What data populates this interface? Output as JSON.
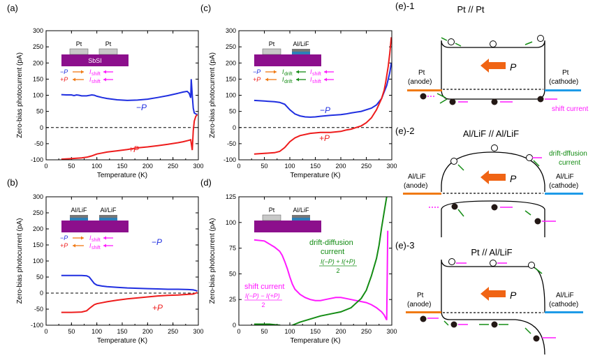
{
  "colors": {
    "blue": "#1f2ee0",
    "red": "#ee1c1c",
    "magenta": "#ff19ff",
    "green": "#148c14",
    "orange": "#f07a14",
    "sky": "#1e9be8",
    "arrow": "#f06414",
    "substrate": "#8c0f8c",
    "electrode": "#c8c8c8",
    "lif": "#2c7fb8"
  },
  "panel_labels": {
    "a": "(a)",
    "b": "(b)",
    "c": "(c)",
    "d": "(d)",
    "e1": "(e)-1",
    "e2": "(e)-2",
    "e3": "(e)-3"
  },
  "axes": {
    "xlabel": "Temperature (K)",
    "ylabel": "Zero-bias photocurrent (pA)"
  },
  "chart_data": [
    {
      "panel": "a",
      "type": "line",
      "xlim": [
        0,
        300
      ],
      "ylim": [
        -100,
        300
      ],
      "x_ticks": [
        0,
        50,
        100,
        150,
        200,
        250,
        300
      ],
      "y_ticks": [
        -100,
        -50,
        0,
        50,
        100,
        150,
        200,
        250,
        300
      ],
      "series": [
        {
          "name": "−P",
          "color": "#1f2ee0",
          "x": [
            30,
            40,
            50,
            55,
            60,
            65,
            70,
            80,
            90,
            95,
            100,
            110,
            120,
            140,
            160,
            180,
            200,
            220,
            240,
            260,
            270,
            278,
            282,
            285,
            286,
            288,
            290,
            292,
            295,
            298
          ],
          "y": [
            102,
            101,
            101,
            99,
            101,
            100,
            98,
            98,
            101,
            100,
            97,
            93,
            90,
            86,
            84,
            85,
            88,
            93,
            99,
            106,
            110,
            112,
            106,
            92,
            150,
            100,
            60,
            45,
            42,
            40
          ]
        },
        {
          "name": "+P",
          "color": "#ee1c1c",
          "x": [
            30,
            50,
            70,
            80,
            90,
            95,
            100,
            110,
            120,
            140,
            160,
            180,
            200,
            220,
            240,
            260,
            270,
            280,
            285,
            288,
            290,
            292,
            295,
            298
          ],
          "y": [
            -98,
            -96,
            -94,
            -92,
            -88,
            -85,
            -82,
            -79,
            -76,
            -72,
            -68,
            -63,
            -60,
            -56,
            -52,
            -47,
            -44,
            -40,
            -38,
            -70,
            -10,
            20,
            35,
            40
          ]
        }
      ],
      "curve_labels": [
        "−P",
        "+P"
      ],
      "inset": {
        "electrodes": [
          "Pt",
          "Pt"
        ],
        "substrate": "SbSI",
        "legend": [
          {
            "pol": "−P",
            "dir": "right",
            "current": "I",
            "sub": "shift",
            "cdir": "left"
          },
          {
            "pol": "+P",
            "dir": "left",
            "current": "I",
            "sub": "shift",
            "cdir": "left"
          }
        ]
      }
    },
    {
      "panel": "b",
      "type": "line",
      "xlim": [
        0,
        300
      ],
      "ylim": [
        -100,
        300
      ],
      "x_ticks": [
        0,
        50,
        100,
        150,
        200,
        250,
        300
      ],
      "y_ticks": [
        -100,
        -50,
        0,
        50,
        100,
        150,
        200,
        250,
        300
      ],
      "series": [
        {
          "name": "−P",
          "color": "#1f2ee0",
          "x": [
            30,
            50,
            70,
            80,
            85,
            90,
            95,
            100,
            110,
            120,
            140,
            160,
            180,
            200,
            220,
            240,
            260,
            280,
            290,
            295,
            298
          ],
          "y": [
            55,
            55,
            55,
            54,
            50,
            40,
            30,
            25,
            22,
            20,
            18,
            16,
            15,
            14,
            13,
            12,
            12,
            11,
            10,
            8,
            6
          ]
        },
        {
          "name": "+P",
          "color": "#ee1c1c",
          "x": [
            30,
            50,
            70,
            80,
            85,
            90,
            95,
            100,
            110,
            120,
            140,
            160,
            180,
            200,
            220,
            240,
            260,
            280,
            290,
            295,
            298
          ],
          "y": [
            -60,
            -60,
            -59,
            -55,
            -48,
            -42,
            -36,
            -33,
            -30,
            -27,
            -22,
            -18,
            -15,
            -12,
            -9,
            -7,
            -6,
            -4,
            -3,
            0,
            2
          ]
        }
      ],
      "curve_labels": [
        "−P",
        "+P"
      ],
      "inset": {
        "electrodes": [
          "Al/LiF",
          "Al/LiF"
        ],
        "legend": [
          {
            "pol": "−P",
            "dir": "right",
            "current": "I",
            "sub": "shift",
            "cdir": "left"
          },
          {
            "pol": "+P",
            "dir": "left",
            "current": "I",
            "sub": "shift",
            "cdir": "left"
          }
        ]
      }
    },
    {
      "panel": "c",
      "type": "line",
      "xlim": [
        0,
        300
      ],
      "ylim": [
        -100,
        300
      ],
      "x_ticks": [
        0,
        50,
        100,
        150,
        200,
        250,
        300
      ],
      "y_ticks": [
        -100,
        -50,
        0,
        50,
        100,
        150,
        200,
        250,
        300
      ],
      "series": [
        {
          "name": "−P",
          "color": "#1f2ee0",
          "x": [
            30,
            50,
            70,
            80,
            90,
            100,
            110,
            120,
            130,
            140,
            150,
            160,
            180,
            200,
            210,
            220,
            240,
            260,
            270,
            280,
            285,
            290,
            293,
            296,
            299
          ],
          "y": [
            84,
            82,
            80,
            78,
            72,
            55,
            42,
            36,
            33,
            32,
            33,
            35,
            38,
            40,
            42,
            45,
            50,
            60,
            70,
            90,
            110,
            130,
            150,
            170,
            200
          ]
        },
        {
          "name": "+P",
          "color": "#ee1c1c",
          "x": [
            30,
            50,
            70,
            80,
            90,
            100,
            110,
            120,
            140,
            160,
            180,
            200,
            210,
            220,
            240,
            250,
            260,
            270,
            280,
            285,
            288,
            290,
            293,
            296,
            299
          ],
          "y": [
            -82,
            -80,
            -78,
            -74,
            -62,
            -44,
            -32,
            -25,
            -18,
            -15,
            -15,
            -12,
            -8,
            -5,
            5,
            15,
            30,
            55,
            90,
            115,
            140,
            160,
            190,
            230,
            280
          ]
        }
      ],
      "curve_labels": [
        "−P",
        "+P"
      ],
      "inset": {
        "electrodes": [
          "Pt",
          "Al/LiF"
        ],
        "legend": [
          {
            "pol": "−P",
            "dir": "right",
            "current": "I",
            "sub": "drift",
            "cdir": "left",
            "current2": "I",
            "sub2": "shift",
            "cdir2": "left"
          },
          {
            "pol": "+P",
            "dir": "left",
            "current": "I",
            "sub": "drift",
            "cdir": "left",
            "current2": "I",
            "sub2": "shift",
            "cdir2": "left"
          }
        ]
      }
    },
    {
      "panel": "d",
      "type": "line",
      "xlim": [
        0,
        300
      ],
      "ylim": [
        0,
        125
      ],
      "x_ticks": [
        0,
        50,
        100,
        150,
        200,
        250,
        300
      ],
      "y_ticks": [
        0,
        25,
        50,
        75,
        100,
        125
      ],
      "series": [
        {
          "name": "shift current",
          "color": "#ff19ff",
          "x": [
            30,
            50,
            60,
            70,
            80,
            85,
            90,
            95,
            100,
            105,
            110,
            120,
            130,
            140,
            150,
            160,
            170,
            180,
            190,
            200,
            210,
            220,
            230,
            240,
            250,
            260,
            270,
            280,
            285,
            290,
            292
          ],
          "y": [
            83,
            82,
            79,
            76,
            72,
            68,
            62,
            55,
            47,
            40,
            35,
            30,
            27,
            25,
            24,
            24,
            25,
            26,
            27,
            27,
            26,
            25,
            24,
            23,
            22,
            20,
            17,
            13,
            10,
            5,
            92
          ]
        },
        {
          "name": "drift-diffusion current",
          "color": "#148c14",
          "x": [
            30,
            60,
            80,
            90,
            100,
            110,
            120,
            140,
            160,
            180,
            200,
            220,
            240,
            250,
            260,
            270,
            275,
            280,
            285,
            290
          ],
          "y": [
            1,
            1,
            0,
            -2,
            -1,
            1,
            3,
            6,
            9,
            11,
            13,
            17,
            26,
            34,
            48,
            65,
            78,
            95,
            110,
            125
          ]
        }
      ],
      "labels": {
        "shift": "shift current",
        "shift_formula": "I(−P) − I(+P)",
        "drift": "drift-diffusion",
        "drift2": "current",
        "drift_formula": "I(−P) + I(+P)",
        "denominator": "2"
      },
      "inset": {
        "electrodes": [
          "Pt",
          "Al/LiF"
        ]
      }
    }
  ],
  "schematics": [
    {
      "id": "e1",
      "title": "Pt // Pt",
      "left": "Pt",
      "left2": "(anode)",
      "right": "Pt",
      "right2": "(cathode)",
      "P": "P",
      "note": "shift current"
    },
    {
      "id": "e2",
      "title": "Al/LiF // Al/LiF",
      "left": "Al/LiF",
      "left2": "(anode)",
      "right": "Al/LiF",
      "right2": "(cathode)",
      "P": "P",
      "note": "drift-dffusion",
      "note2": "current"
    },
    {
      "id": "e3",
      "title": "Pt // Al/LiF",
      "left": "Pt",
      "left2": "(anode)",
      "right": "Al/LiF",
      "right2": "(cathode)",
      "P": "P"
    }
  ]
}
